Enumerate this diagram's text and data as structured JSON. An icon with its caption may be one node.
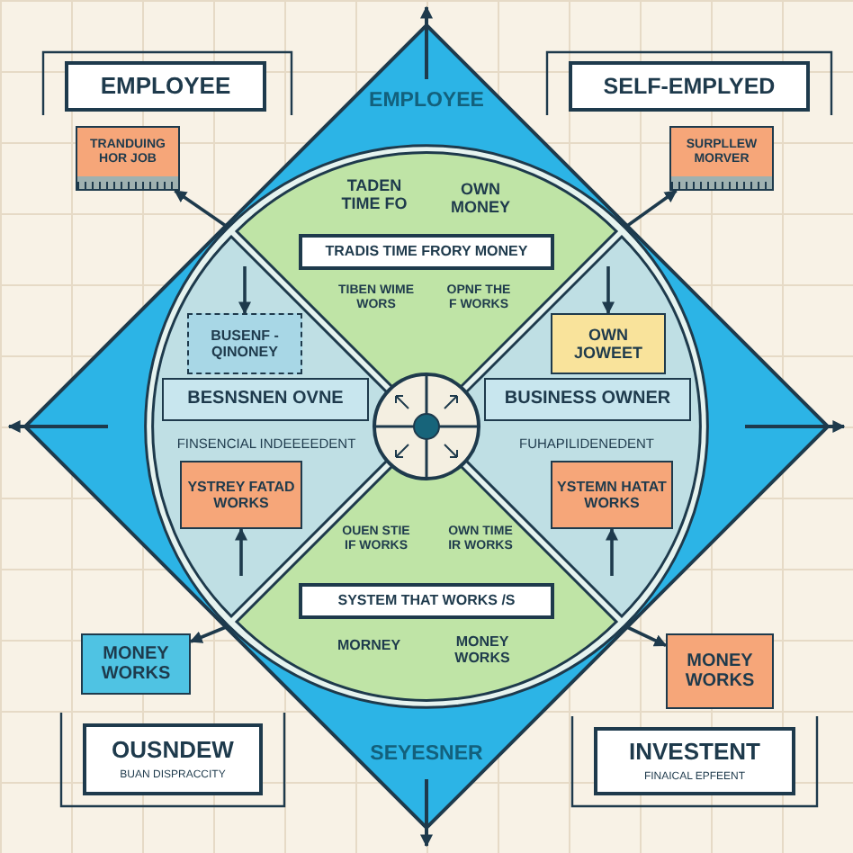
{
  "diagram": {
    "nodes": [
      {
        "text": [
          "EMPLOYEE",
          "TADEN TIME FO",
          "OWN MONEY",
          "TIBEN WIME WORS",
          "OPNF THE F WORKS",
          "FINSENCIAL INDEEEEDENT",
          "FUHAPILIDENEDENT",
          "OUEN STIE IF WORKS",
          "OWN TIME IR WORKS",
          "MORNEY",
          "MONEY WORKS",
          "SEYESNER"
        ]
      },
      {
        "text": [
          "TRADIS TIME FRORY MONEY"
        ],
        "in": 0
      },
      {
        "text": [
          "BUSENF -QINONEY"
        ],
        "in": 0
      },
      {
        "text": [
          "OWN JOWEET"
        ],
        "in": 0
      },
      {
        "text": [
          "BESNSNEN OVNE"
        ],
        "in": 0
      },
      {
        "text": [],
        "shape": "circle",
        "in": 0
      },
      {
        "text": [
          "BUSINESS OWNER"
        ],
        "in": 0
      },
      {
        "text": [
          "YSTREY FATAD WORKS"
        ],
        "in": 0
      },
      {
        "text": [
          "YSTEMN HATAT WORKS"
        ],
        "in": 0
      },
      {
        "text": [
          "SYSTEM THAT WORKS /S"
        ],
        "in": 0
      },
      {
        "text": [
          "EMPLOYEE"
        ]
      },
      {
        "text": [
          "TRANDUING HOR JOB"
        ]
      },
      {
        "text": [
          "SELF-EMPLYED"
        ]
      },
      {
        "text": [
          "SURPLLEW MORVER"
        ]
      },
      {
        "text": [
          "MONEY WORKS"
        ]
      },
      {
        "text": [
          "OUSNDEW",
          "BUAN DISPRACCITY"
        ]
      },
      {
        "text": [
          "MONEY WORKS"
        ]
      },
      {
        "text": [
          "INVESTENT",
          "FINAICAL EPFEENT"
        ]
      }
    ],
    "edges": [
      {
        "from": 0,
        "to": 11,
        "arrow": "to"
      },
      {
        "from": 0,
        "to": 13,
        "arrow": "to"
      },
      {
        "from": null,
        "to": 2,
        "arrow": "to"
      },
      {
        "from": null,
        "to": 3,
        "arrow": "to"
      },
      {
        "from": null,
        "to": 7,
        "arrow": "to"
      },
      {
        "from": null,
        "to": 8,
        "arrow": "to"
      },
      {
        "from": 0,
        "to": 14,
        "arrow": "to"
      },
      {
        "from": 0,
        "to": 16,
        "arrow": "to"
      }
    ]
  }
}
